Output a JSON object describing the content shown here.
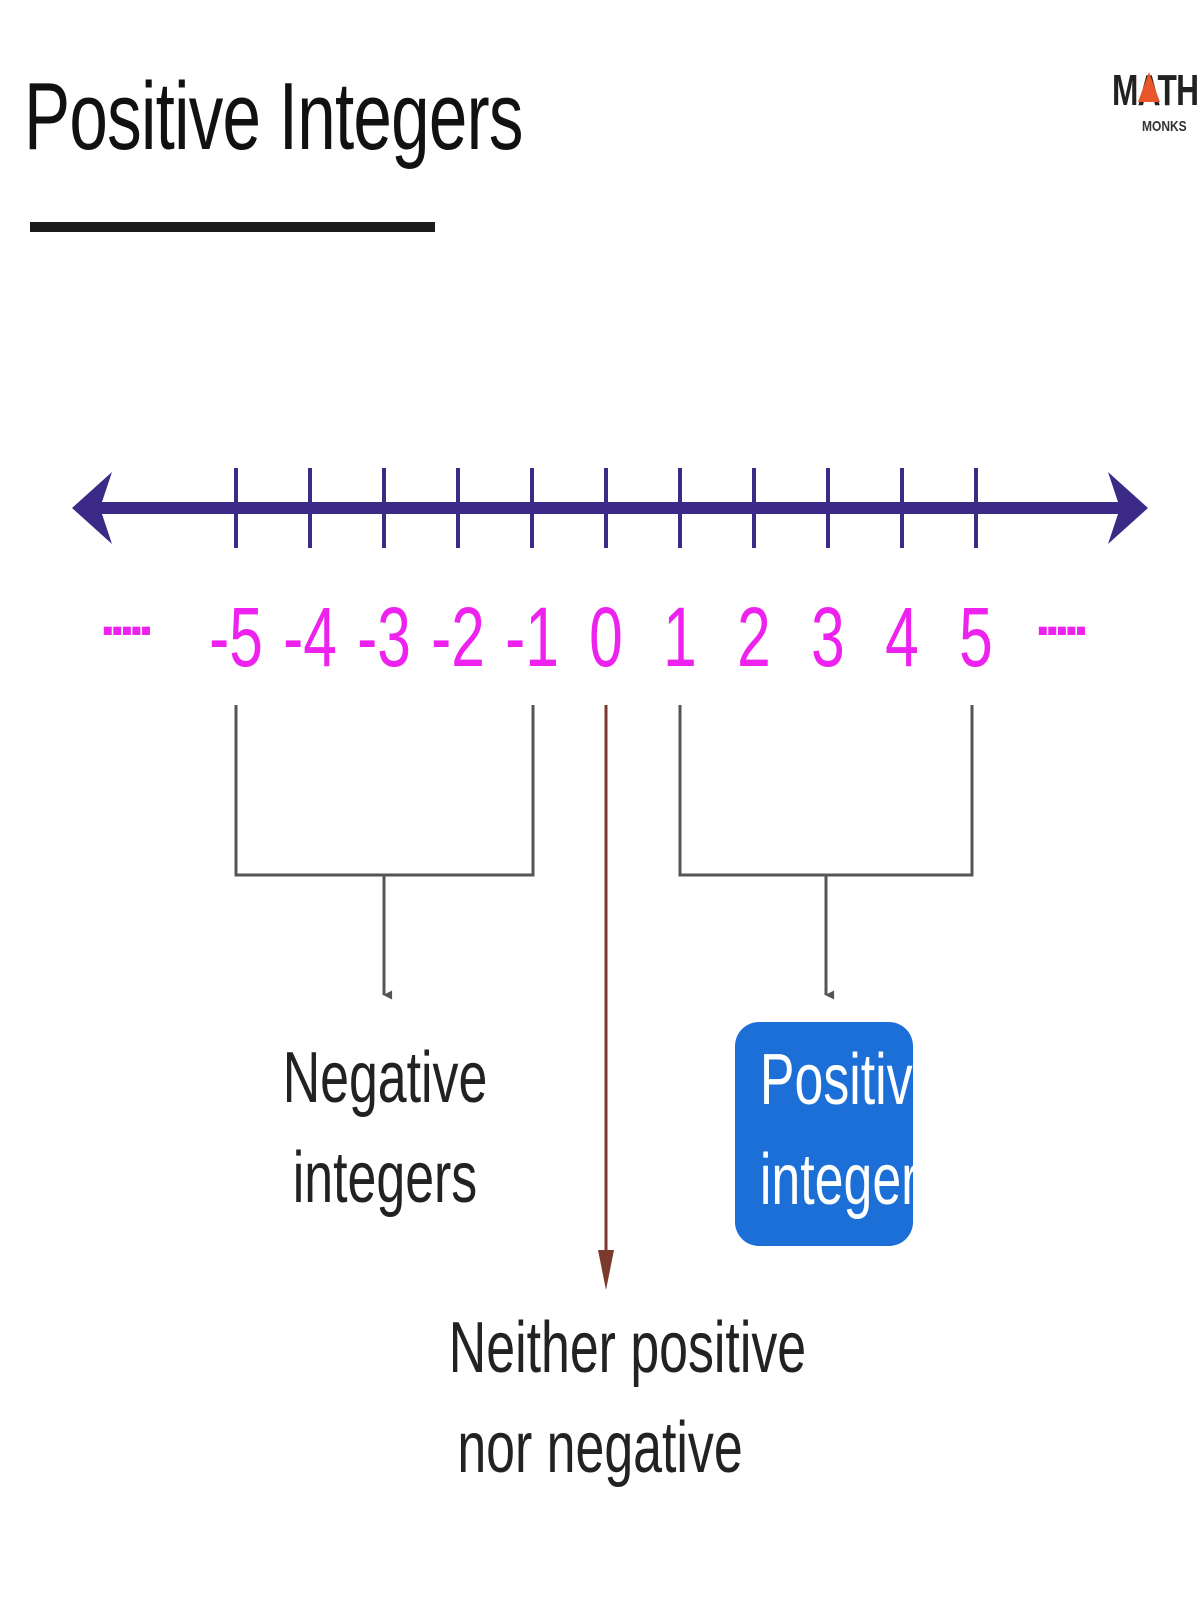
{
  "title": "Positive Integers",
  "logo": {
    "math": "MATH",
    "monks": "MONKS",
    "accent_color": "#e8562a"
  },
  "number_line": {
    "values": [
      -5,
      -4,
      -3,
      -2,
      -1,
      0,
      1,
      2,
      3,
      4,
      5
    ],
    "labels": [
      "-5",
      "-4",
      "-3",
      "-2",
      "-1",
      "0",
      "1",
      "2",
      "3",
      "4",
      "5"
    ],
    "left_ellipsis": ".....",
    "right_ellipsis": ".....",
    "line_color": "#3b2b86",
    "label_color": "#ee22ee"
  },
  "groups": {
    "negative": {
      "range": [
        -5,
        -1
      ],
      "line1": "Negative",
      "line2": "integers"
    },
    "zero": {
      "value": 0,
      "line1": "Neither positive",
      "line2": "nor negative",
      "arrow_color": "#7a3b2e"
    },
    "positive": {
      "range": [
        1,
        5
      ],
      "line1": "Positive",
      "line2": "integers",
      "badge_color": "#1b6fd6"
    }
  }
}
